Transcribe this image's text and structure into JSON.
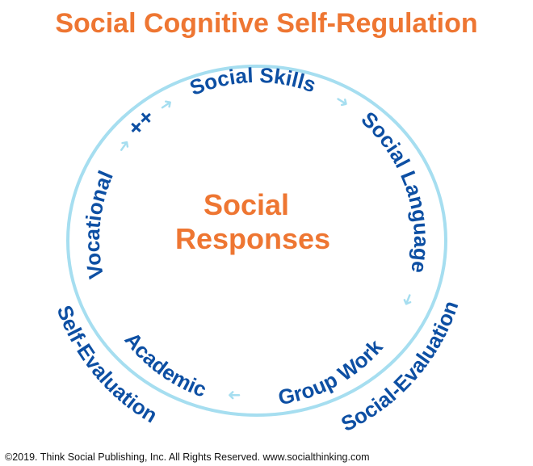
{
  "title": "Social Cognitive Self-Regulation",
  "center": {
    "line1": "Social",
    "line2": "Responses"
  },
  "ring_items": {
    "vocational": "Vocational",
    "plusplus": "++",
    "social_skills": "Social Skills",
    "social_language": "Social Language",
    "group_work": "Group Work",
    "academic": "Academic"
  },
  "outer_items": {
    "self_evaluation": "Self-Evaluation",
    "social_evaluation": "Social-Evaluation"
  },
  "arrow_glyph": "➜",
  "footer": "©2019. Think Social Publishing, Inc. All Rights Reserved. www.socialthinking.com",
  "colors": {
    "orange": "#ee7632",
    "blue": "#0d4fa3",
    "ring": "#a6def0"
  }
}
